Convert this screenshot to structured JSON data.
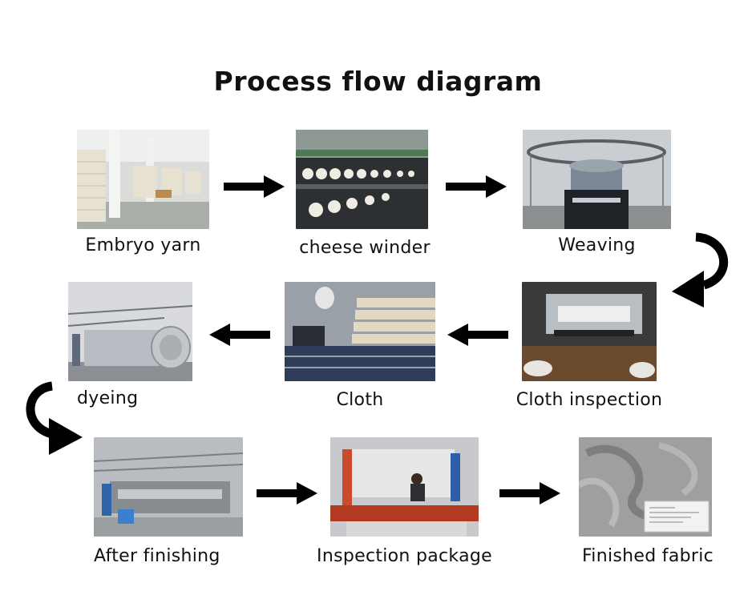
{
  "title": "Process flow diagram",
  "steps": [
    {
      "label": "Embryo yarn"
    },
    {
      "label": "cheese winder"
    },
    {
      "label": "Weaving"
    },
    {
      "label": "Cloth inspection"
    },
    {
      "label": "Cloth"
    },
    {
      "label": "dyeing"
    },
    {
      "label": "After finishing"
    },
    {
      "label": "Inspection package"
    },
    {
      "label": "Finished fabric"
    }
  ],
  "colors": {
    "arrow": "#000000",
    "background": "#ffffff"
  }
}
